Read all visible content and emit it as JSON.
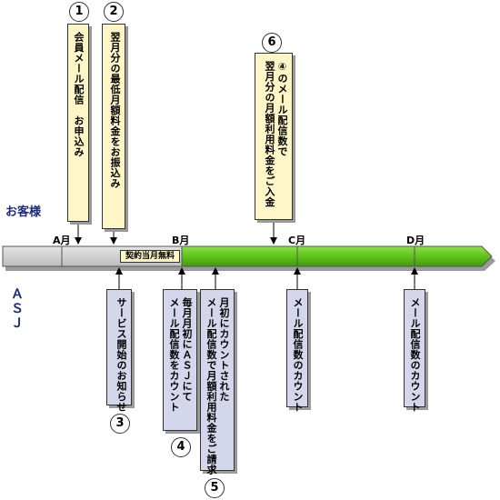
{
  "labels": {
    "customer": "お客様",
    "asj": "ＡＳＪ"
  },
  "months": {
    "a": "A月",
    "b": "B月",
    "c": "C月",
    "d": "D月"
  },
  "free_band": "契約当月無料",
  "steps": {
    "s1": {
      "num": "1",
      "text": "会員メール配信　お申込み"
    },
    "s2": {
      "num": "2",
      "text": "翌月分の最低月額料金をお振込み"
    },
    "s3": {
      "num": "3",
      "text": "サービス開始のお知らせ"
    },
    "s4": {
      "num": "4",
      "text": "毎月月初にＡＳＪにて\nメール配信数をカウント"
    },
    "s5": {
      "num": "5",
      "text": "月初にカウントされた\nメール配信数で月額利用料金をご請求"
    },
    "s6": {
      "num": "6",
      "text": "④のメール配信数で\n翌月分の月額利用料金をご入金"
    },
    "c_count": "メール配信数のカウント",
    "d_count": "メール配信数のカウント"
  },
  "colors": {
    "timeline_gray": "#cfcfcf",
    "timeline_green": "#5fc21b",
    "box_yellow": "#fff6c8",
    "box_blue": "#d4d6ec",
    "label_navy": "#1b2a7a"
  }
}
